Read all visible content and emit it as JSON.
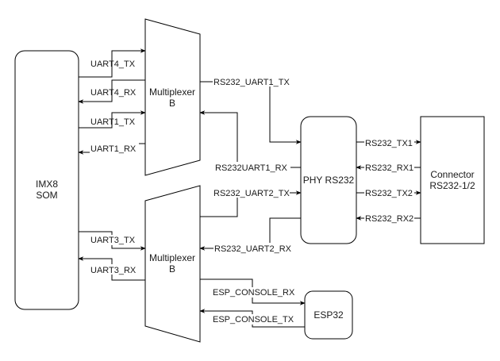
{
  "nodes": {
    "imx8": {
      "line1": "IMX8",
      "line2": "SOM"
    },
    "mux_top": {
      "line1": "Multiplexer",
      "line2": "B"
    },
    "mux_bottom": {
      "line1": "Multiplexer",
      "line2": "B"
    },
    "phy": {
      "line1": "PHY RS232"
    },
    "connector": {
      "line1": "Connector",
      "line2": "RS232-1/2"
    },
    "esp32": {
      "line1": "ESP32"
    }
  },
  "signals": {
    "uart4_tx": "UART4_TX",
    "uart4_rx": "UART4_RX",
    "uart1_tx": "UART1_TX",
    "uart1_rx": "UART1_RX",
    "uart3_tx": "UART3_TX",
    "uart3_rx": "UART3_RX",
    "rs232_uart1_tx": "RS232_UART1_TX",
    "rs232_uart1_rx": "RS232UART1_RX",
    "rs232_uart2_tx": "RS232_UART2_TX",
    "rs232_uart2_rx": "RS232_UART2_RX",
    "rs232_tx1": "RS232_TX1",
    "rs232_rx1": "RS232_RX1",
    "rs232_tx2": "RS232_TX2",
    "rs232_rx2": "RS232_RX2",
    "esp_console_rx": "ESP_CONSOLE_RX",
    "esp_console_tx": "ESP_CONSOLE_TX"
  }
}
